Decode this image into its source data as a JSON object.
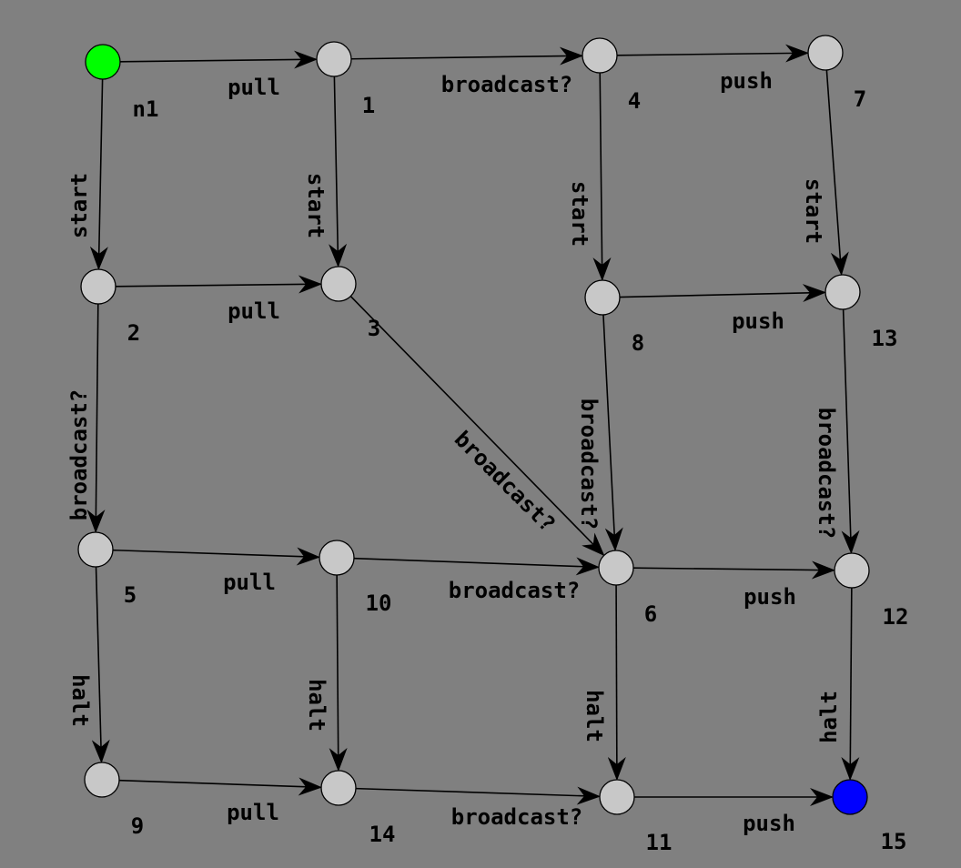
{
  "colors": {
    "background": "#808080",
    "node_default": "#c8c8c8",
    "node_start": "#00ff00",
    "node_goal": "#0000ff",
    "label_default": "#000000",
    "label_highlight": "#0000ff"
  },
  "nodes": [
    {
      "id": "n1",
      "label": "n1",
      "kind": "start"
    },
    {
      "id": "1",
      "label": "1",
      "kind": "normal",
      "highlight": true
    },
    {
      "id": "4",
      "label": "4",
      "kind": "normal"
    },
    {
      "id": "7",
      "label": "7",
      "kind": "normal"
    },
    {
      "id": "2",
      "label": "2",
      "kind": "normal"
    },
    {
      "id": "3",
      "label": "3",
      "kind": "normal"
    },
    {
      "id": "8",
      "label": "8",
      "kind": "normal"
    },
    {
      "id": "13",
      "label": "13",
      "kind": "normal"
    },
    {
      "id": "5",
      "label": "5",
      "kind": "normal"
    },
    {
      "id": "10",
      "label": "10",
      "kind": "normal"
    },
    {
      "id": "6",
      "label": "6",
      "kind": "normal"
    },
    {
      "id": "12",
      "label": "12",
      "kind": "normal"
    },
    {
      "id": "9",
      "label": "9",
      "kind": "normal"
    },
    {
      "id": "14",
      "label": "14",
      "kind": "normal"
    },
    {
      "id": "11",
      "label": "11",
      "kind": "normal"
    },
    {
      "id": "15",
      "label": "15",
      "kind": "goal"
    }
  ],
  "edges": [
    {
      "from": "n1",
      "to": "1",
      "label": "pull"
    },
    {
      "from": "1",
      "to": "4",
      "label": "broadcast?"
    },
    {
      "from": "4",
      "to": "7",
      "label": "push"
    },
    {
      "from": "n1",
      "to": "2",
      "label": "start"
    },
    {
      "from": "1",
      "to": "3",
      "label": "start"
    },
    {
      "from": "4",
      "to": "8",
      "label": "start"
    },
    {
      "from": "7",
      "to": "13",
      "label": "start"
    },
    {
      "from": "2",
      "to": "3",
      "label": "pull"
    },
    {
      "from": "8",
      "to": "13",
      "label": "push"
    },
    {
      "from": "3",
      "to": "6",
      "label": "broadcast?"
    },
    {
      "from": "2",
      "to": "5",
      "label": "broadcast?"
    },
    {
      "from": "8",
      "to": "6",
      "label": "broadcast?"
    },
    {
      "from": "13",
      "to": "12",
      "label": "broadcast?"
    },
    {
      "from": "5",
      "to": "10",
      "label": "pull"
    },
    {
      "from": "10",
      "to": "6",
      "label": "broadcast?"
    },
    {
      "from": "6",
      "to": "12",
      "label": "push"
    },
    {
      "from": "5",
      "to": "9",
      "label": "halt"
    },
    {
      "from": "10",
      "to": "14",
      "label": "halt"
    },
    {
      "from": "6",
      "to": "11",
      "label": "halt"
    },
    {
      "from": "12",
      "to": "15",
      "label": "halt"
    },
    {
      "from": "9",
      "to": "14",
      "label": "pull"
    },
    {
      "from": "14",
      "to": "11",
      "label": "broadcast?"
    },
    {
      "from": "11",
      "to": "15",
      "label": "push"
    }
  ]
}
